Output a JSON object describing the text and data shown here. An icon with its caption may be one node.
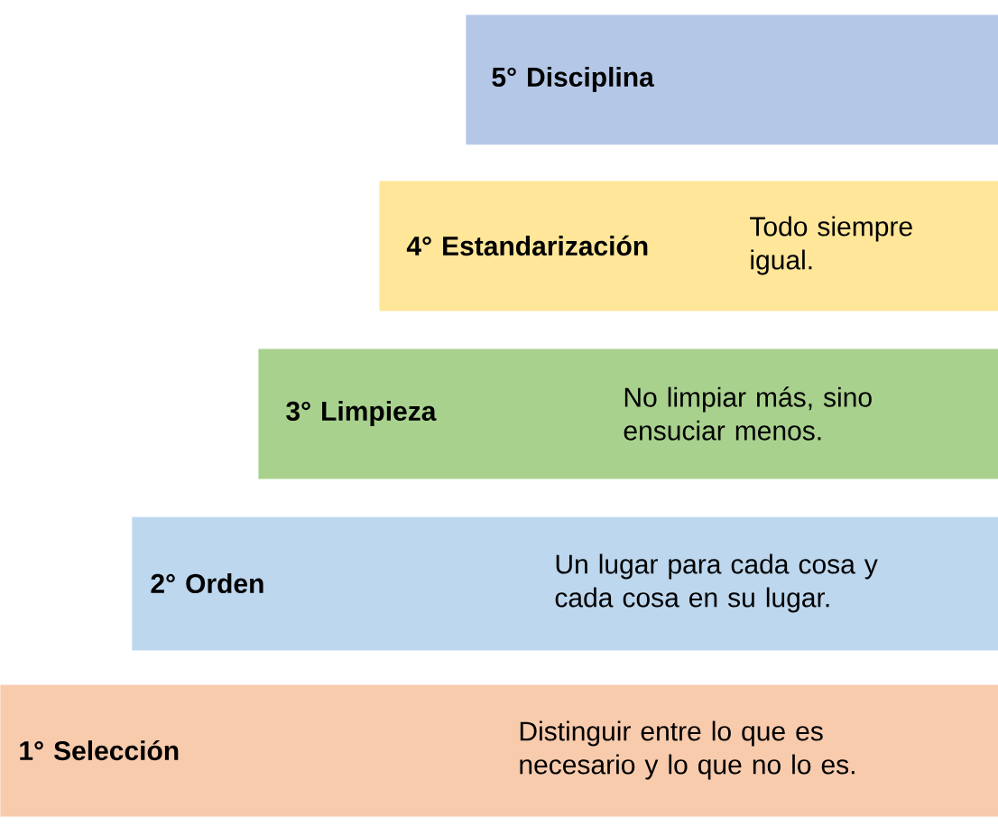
{
  "diagram": {
    "nodes": [
      {
        "text": [
          "5° Disciplina"
        ]
      },
      {
        "text": [
          "4° Estandarización",
          "Todo siempre igual."
        ]
      },
      {
        "text": [
          "3° Limpieza",
          "No limpiar más, sino ensuciar menos."
        ]
      },
      {
        "text": [
          "2° Orden",
          "Un lugar para cada cosa y cada cosa en su lugar."
        ]
      },
      {
        "text": [
          "1° Selección",
          "Distinguir entre lo que es necesario y lo que no lo es."
        ]
      }
    ]
  }
}
